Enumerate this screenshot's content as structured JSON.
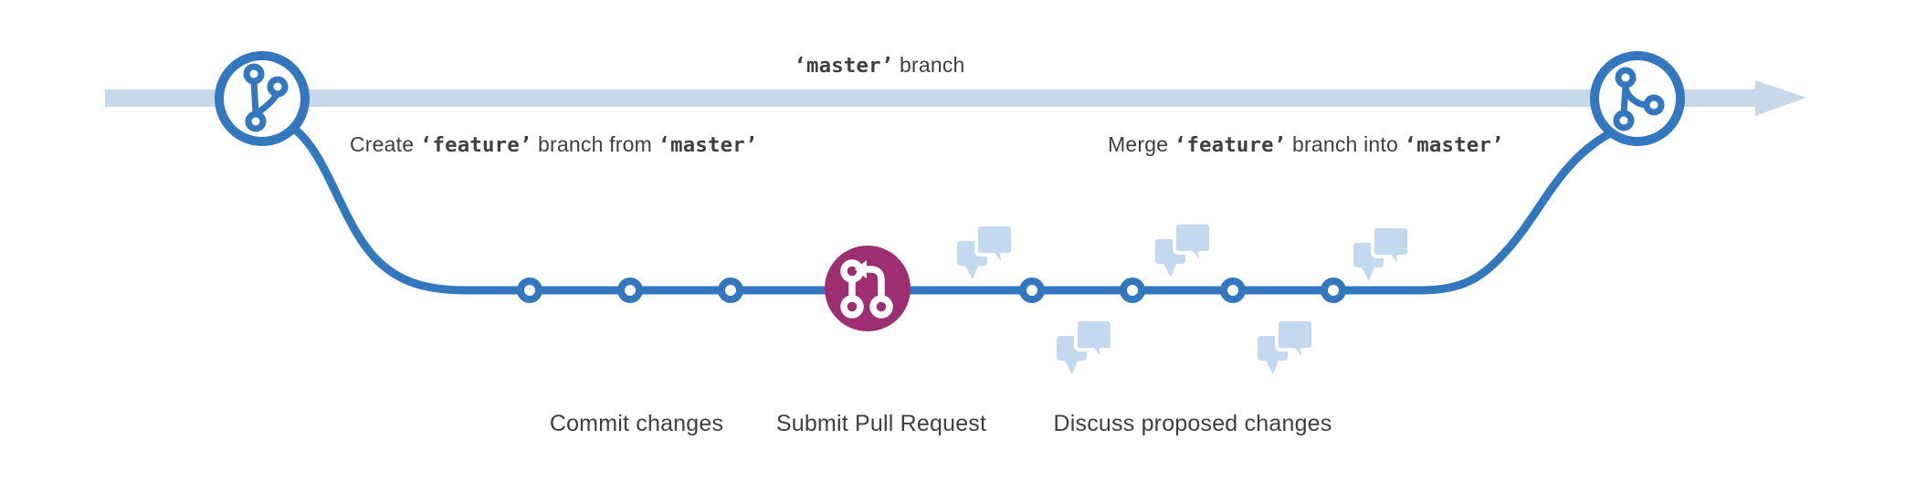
{
  "colors": {
    "blue": "#3378bf",
    "light_blue": "#c7d8eb",
    "bubble_blue": "#c3d9f0",
    "purple": "#9c2e71",
    "text": "#3f3f3f"
  },
  "master_branch": {
    "code": "‘master’",
    "suffix": " branch"
  },
  "annotations": {
    "create": {
      "pre": "Create ",
      "branch": "‘feature’",
      "mid": " branch from ",
      "base": "‘master’"
    },
    "merge": {
      "pre": "Merge ",
      "branch": "‘feature’",
      "mid": " branch into ",
      "base": "‘master’"
    }
  },
  "steps": [
    {
      "label": "Commit changes"
    },
    {
      "label": "Submit Pull Request"
    },
    {
      "label": "Discuss proposed changes"
    }
  ],
  "icons": {
    "left_node": "git-branch-icon",
    "right_node": "git-merge-icon",
    "center_node": "git-pull-request-icon",
    "discussion": "speech-bubbles-icon",
    "arrow": "arrow-right-head"
  },
  "diagram": {
    "commits_before_pull_request": 3,
    "commits_after_pull_request": 4,
    "discussion_bubble_clusters": 5
  }
}
